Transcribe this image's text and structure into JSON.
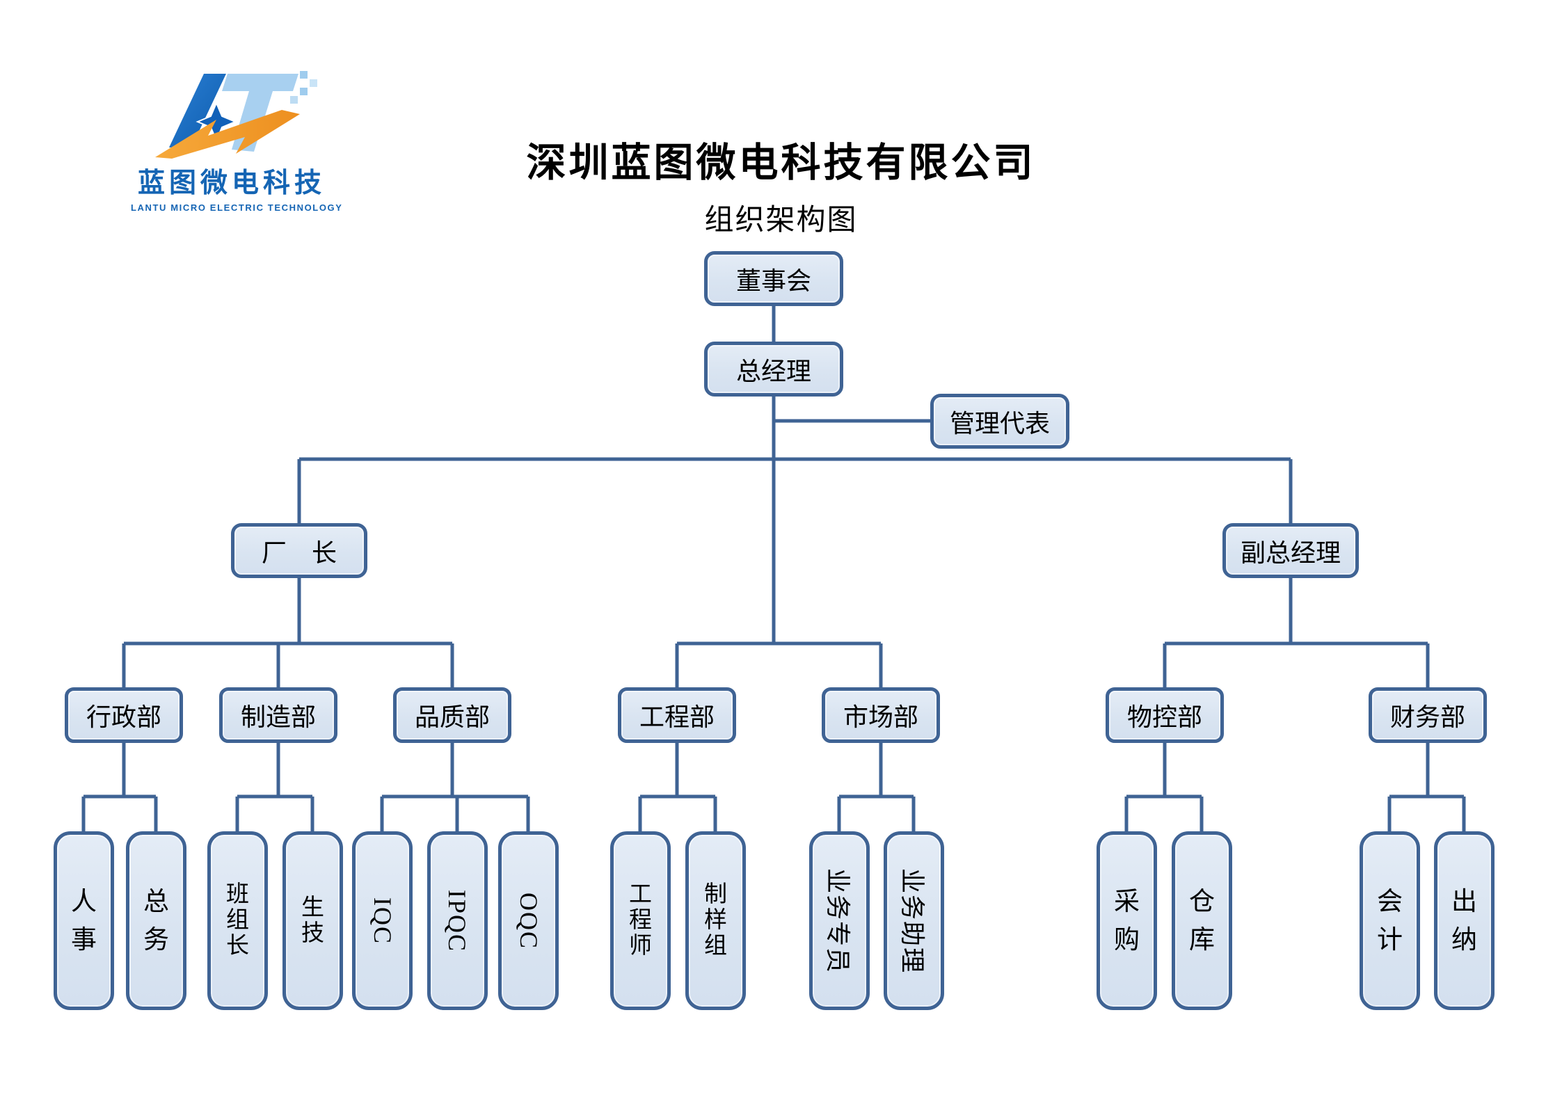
{
  "header": {
    "title": "深圳蓝图微电科技有限公司",
    "subtitle": "组织架构图"
  },
  "logo": {
    "name_cn": "蓝图微电科技",
    "name_en": "LANTU MICRO ELECTRIC TECHNOLOGY",
    "colors": {
      "blue_dark": "#0d5cad",
      "blue_mid": "#2b7fd4",
      "blue_light": "#a8d0f0",
      "orange": "#f0952c",
      "text_blue": "#1565b4"
    }
  },
  "colors": {
    "box_fill": "#dce6f2",
    "box_border": "#3f6394",
    "connector": "#3f6394",
    "background": "#ffffff"
  },
  "nodes": {
    "board": "董事会",
    "general_manager": "总经理",
    "management_rep": "管理代表",
    "factory_director": "厂　长",
    "deputy_general_manager": "副总经理",
    "admin_dept": "行政部",
    "manufacturing_dept": "制造部",
    "quality_dept": "品质部",
    "engineering_dept": "工程部",
    "marketing_dept": "市场部",
    "material_control_dept": "物控部",
    "finance_dept": "财务部",
    "hr": "人事",
    "general_affairs": "总务",
    "team_leader": "班组长",
    "production_tech": "生技",
    "iqc": "IQC",
    "ipqc": "IPQC",
    "oqc": "OQC",
    "engineer": "工程师",
    "sample_group": "制样组",
    "sales_specialist": "业务专员",
    "sales_assistant": "业务助理",
    "purchasing": "采购",
    "warehouse": "仓库",
    "accounting": "会计",
    "cashier": "出纳"
  },
  "org_tree": {
    "label": "董事会",
    "children": [
      {
        "label": "总经理",
        "staff_branch": [
          "管理代表"
        ],
        "children": [
          {
            "label": "厂　长",
            "children": [
              {
                "label": "行政部",
                "children": [
                  "人事",
                  "总务"
                ]
              },
              {
                "label": "制造部",
                "children": [
                  "班组长",
                  "生技"
                ]
              },
              {
                "label": "品质部",
                "children": [
                  "IQC",
                  "IPQC",
                  "OQC"
                ]
              }
            ]
          },
          {
            "label": "工程部",
            "children": [
              "工程师",
              "制样组"
            ]
          },
          {
            "label": "市场部",
            "children": [
              "业务专员",
              "业务助理"
            ]
          },
          {
            "label": "副总经理",
            "children": [
              {
                "label": "物控部",
                "children": [
                  "采购",
                  "仓库"
                ]
              },
              {
                "label": "财务部",
                "children": [
                  "会计",
                  "出纳"
                ]
              }
            ]
          }
        ]
      }
    ]
  }
}
